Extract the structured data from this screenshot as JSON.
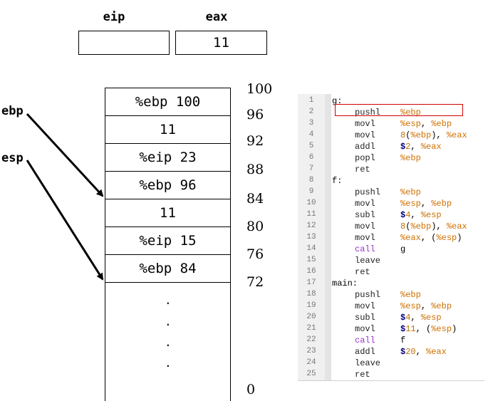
{
  "registers": [
    {
      "name": "eip",
      "value": ""
    },
    {
      "name": "eax",
      "value": "11"
    }
  ],
  "pointers": {
    "ebp": "ebp",
    "esp": "esp"
  },
  "stack_cells": [
    "%ebp 100",
    "11",
    "%eip 23",
    "%ebp 96",
    "11",
    "%eip 15",
    "%ebp 84"
  ],
  "addresses": [
    "100",
    "96",
    "92",
    "88",
    "84",
    "80",
    "76",
    "72",
    "0"
  ],
  "ellipsis": [
    ".",
    ".",
    ".",
    "."
  ],
  "code": {
    "line_numbers": [
      "1",
      "2",
      "3",
      "4",
      "5",
      "6",
      "7",
      "8",
      "9",
      "10",
      "11",
      "12",
      "13",
      "14",
      "15",
      "16",
      "17",
      "18",
      "19",
      "20",
      "21",
      "22",
      "23",
      "24",
      "25"
    ],
    "lines": [
      {
        "label": "g:"
      },
      {
        "op": "pushl",
        "args": "%ebp"
      },
      {
        "op": "movl",
        "args": "%esp, %ebp"
      },
      {
        "op": "movl",
        "args": "8(%ebp), %eax"
      },
      {
        "op": "addl",
        "args": "$2, %eax"
      },
      {
        "op": "popl",
        "args": "%ebp"
      },
      {
        "op": "ret",
        "args": ""
      },
      {
        "label": "f:"
      },
      {
        "op": "pushl",
        "args": "%ebp"
      },
      {
        "op": "movl",
        "args": "%esp, %ebp"
      },
      {
        "op": "subl",
        "args": "$4, %esp"
      },
      {
        "op": "movl",
        "args": "8(%ebp), %eax"
      },
      {
        "op": "movl",
        "args": "%eax, (%esp)"
      },
      {
        "op": "call",
        "args": "g"
      },
      {
        "op": "leave",
        "args": ""
      },
      {
        "op": "ret",
        "args": ""
      },
      {
        "label": "main:"
      },
      {
        "op": "pushl",
        "args": "%ebp"
      },
      {
        "op": "movl",
        "args": "%esp, %ebp"
      },
      {
        "op": "subl",
        "args": "$4, %esp"
      },
      {
        "op": "movl",
        "args": "$11, (%esp)"
      },
      {
        "op": "call",
        "args": "f"
      },
      {
        "op": "addl",
        "args": "$20, %eax"
      },
      {
        "op": "leave",
        "args": ""
      },
      {
        "op": "ret",
        "args": ""
      }
    ],
    "highlighted_line": 2
  },
  "colors": {
    "highlight_border": "#d00000",
    "register_name": "#d07000",
    "immediate_dollar": "#000080",
    "call_keyword": "#9933cc"
  }
}
